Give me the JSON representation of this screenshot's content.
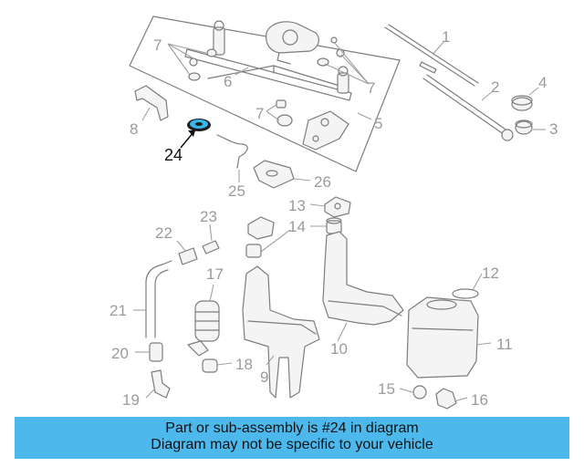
{
  "callouts": {
    "c1": "1",
    "c2": "2",
    "c3": "3",
    "c4": "4",
    "c5": "5",
    "c6": "6",
    "c7a": "7",
    "c7b": "7",
    "c7c": "7",
    "c8": "8",
    "c9": "9",
    "c10": "10",
    "c11": "11",
    "c12": "12",
    "c13": "13",
    "c14": "14",
    "c15": "15",
    "c16": "16",
    "c17": "17",
    "c18": "18",
    "c19": "19",
    "c20": "20",
    "c21": "21",
    "c22": "22",
    "c23": "23",
    "c24": "24",
    "c25": "25",
    "c26": "26"
  },
  "highlight": {
    "part_number": "24",
    "color": "#38b6e8"
  },
  "banner": {
    "line1": "Part or sub-assembly is #24 in diagram",
    "line2": "Diagram may not be specific to your vehicle",
    "color": "#4db8ec"
  }
}
